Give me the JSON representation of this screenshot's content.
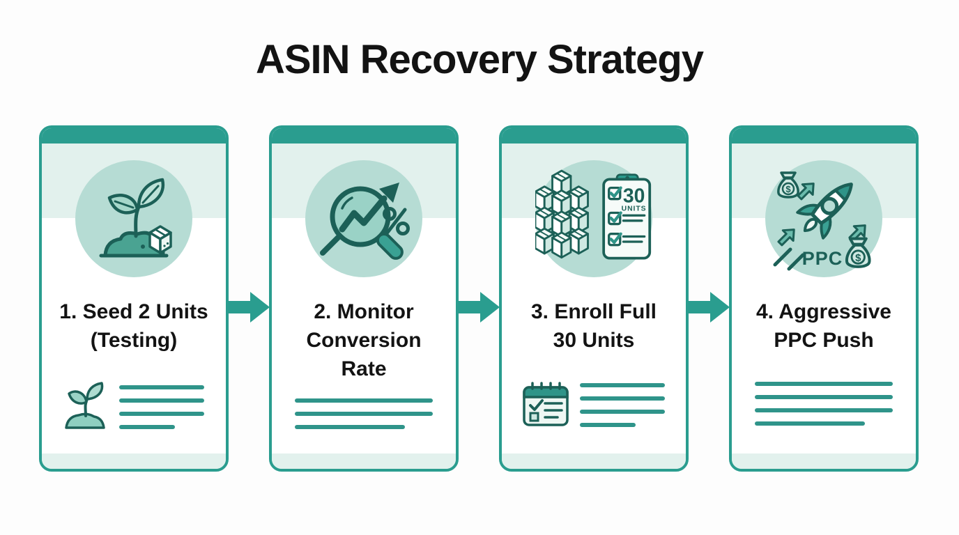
{
  "page": {
    "title": "ASIN Recovery Strategy",
    "background": "#fdfdfd"
  },
  "colors": {
    "teal": "#2a9d8f",
    "dark_stroke": "#1c6057",
    "mint_band": "#e2f1ed",
    "circle_fill": "#b6dcd4",
    "placeholder_line": "#2f948a",
    "title_text": "#131313"
  },
  "steps": [
    {
      "title_lines": [
        "1. Seed 2 Units",
        "(Testing)"
      ],
      "main_icon": "seedling-with-package-icon",
      "footer_icon": "sprout-icon",
      "placeholder_line_count": 4
    },
    {
      "title_lines": [
        "2. Monitor",
        "Conversion",
        "Rate"
      ],
      "main_icon": "magnifier-trend-percent-icon",
      "footer_icon": null,
      "placeholder_line_count": 3
    },
    {
      "title_lines": [
        "3. Enroll Full",
        "30 Units"
      ],
      "main_icon": "boxes-and-clipboard-icon",
      "clipboard_count": "30",
      "clipboard_label": "UNITS",
      "footer_icon": "calendar-checklist-icon",
      "placeholder_line_count": 4
    },
    {
      "title_lines": [
        "4. Aggressive",
        "PPC Push"
      ],
      "main_icon": "rocket-money-arrows-icon",
      "icon_label": "PPC",
      "money_symbol": "$",
      "footer_icon": null,
      "placeholder_line_count": 4
    }
  ],
  "connectors": [
    "arrow-right",
    "arrow-right",
    "arrow-right"
  ]
}
